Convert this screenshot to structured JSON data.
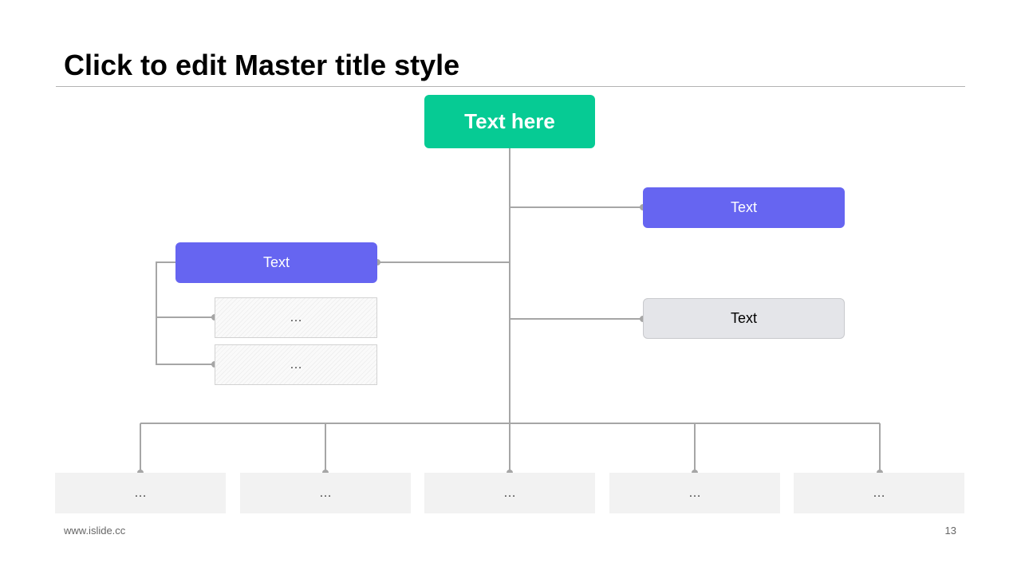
{
  "slide": {
    "title": "Click to edit Master title style",
    "footer_url": "www.islide.cc",
    "page_number": "13"
  },
  "diagram": {
    "root": {
      "label": "Text here"
    },
    "left_branch": {
      "label": "Text",
      "children": [
        "…",
        "…"
      ]
    },
    "right_branches": [
      {
        "label": "Text"
      },
      {
        "label": "Text"
      }
    ],
    "bottom_items": [
      "…",
      "…",
      "…",
      "…",
      "…"
    ]
  },
  "colors": {
    "root": "#06cb94",
    "primary_node": "#6665f1",
    "secondary_node": "#e4e5e9",
    "bottom_box": "#f2f2f2",
    "connector": "#a6a6a6"
  }
}
